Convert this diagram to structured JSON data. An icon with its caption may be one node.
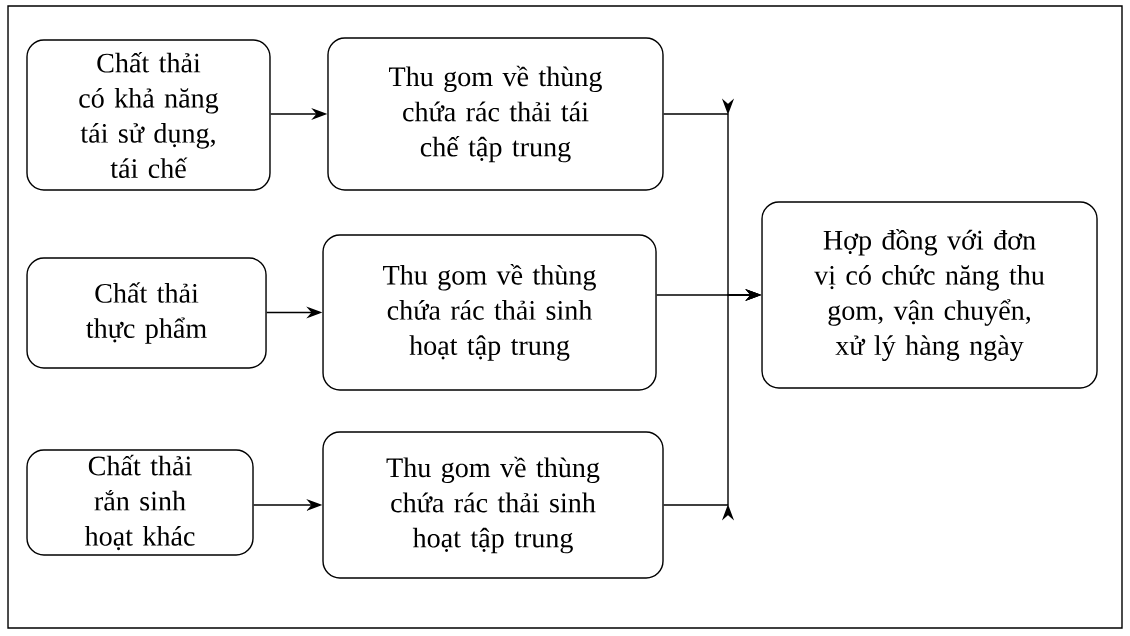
{
  "diagram": {
    "nodes": [
      {
        "text": [
          "Chất thải có khả năng tái sử dụng, tái chế"
        ]
      },
      {
        "text": [
          "Thu gom về thùng chứa rác thải tái chế tập trung"
        ]
      },
      {
        "text": [
          "Chất thải thực phẩm"
        ]
      },
      {
        "text": [
          "Thu gom về thùng chứa rác thải sinh hoạt tập trung"
        ]
      },
      {
        "text": [
          "Chất thải rắn sinh hoạt khác"
        ]
      },
      {
        "text": [
          "Thu gom về thùng chứa rác thải sinh hoạt tập trung"
        ]
      },
      {
        "text": [
          "Hợp đồng với đơn vị có chức năng thu gom, vận chuyển, xử lý hàng ngày"
        ]
      }
    ],
    "edges": [
      {
        "from": 0,
        "to": 1,
        "arrow": "to"
      },
      {
        "from": 2,
        "to": 3,
        "arrow": "to"
      },
      {
        "from": 4,
        "to": 5,
        "arrow": "to"
      },
      {
        "from": 1,
        "to": 6,
        "arrow": "to"
      },
      {
        "from": 3,
        "to": 6,
        "arrow": "to"
      },
      {
        "from": 5,
        "to": 6,
        "arrow": "to"
      }
    ]
  }
}
